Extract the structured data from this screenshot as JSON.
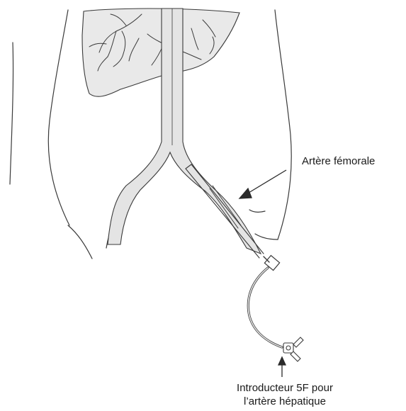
{
  "labels": {
    "femoral_artery": "Artère fémorale",
    "introducer_line1": "Introducteur 5F pour",
    "introducer_line2": "l’artère hépatique"
  },
  "colors": {
    "line": "#3a3a3a",
    "vessel_fill": "#e4e4e4",
    "liver_fill": "#e9e9e9",
    "text": "#1a1a1a"
  }
}
